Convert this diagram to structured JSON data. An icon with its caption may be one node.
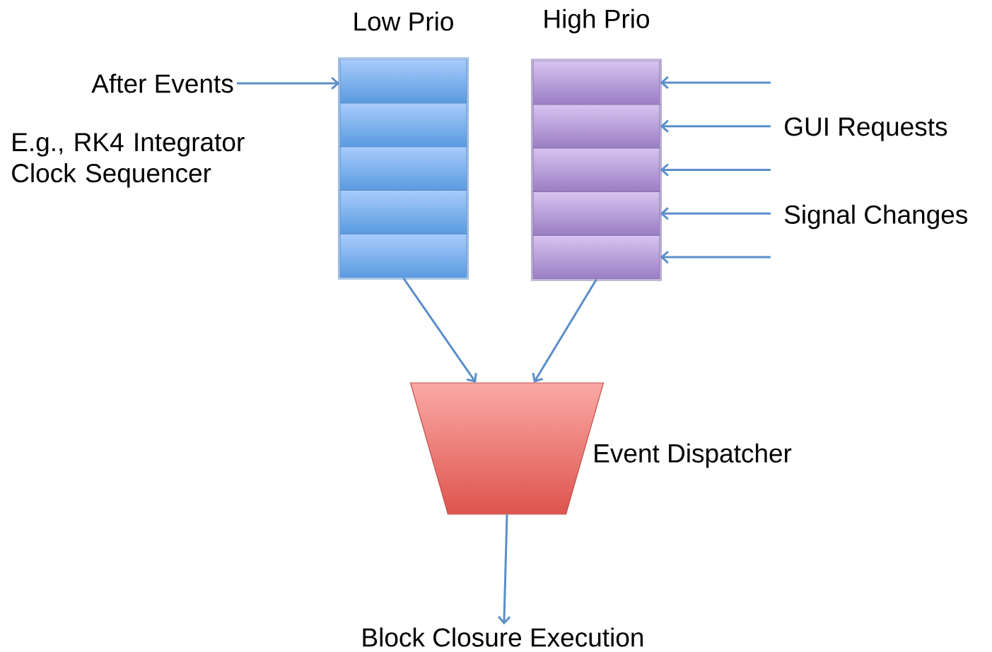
{
  "diagram": {
    "nodes": [
      {
        "text": [
          "Low Prio"
        ]
      },
      {
        "text": [],
        "shape": "box",
        "in": 0
      },
      {
        "text": [],
        "shape": "box",
        "in": 0
      },
      {
        "text": [],
        "shape": "box",
        "in": 0
      },
      {
        "text": [],
        "shape": "box",
        "in": 0
      },
      {
        "text": [],
        "shape": "box",
        "in": 0
      },
      {
        "text": [
          "High Prio"
        ]
      },
      {
        "text": [],
        "shape": "box",
        "in": 6
      },
      {
        "text": [],
        "shape": "box",
        "in": 6
      },
      {
        "text": [],
        "shape": "box",
        "in": 6
      },
      {
        "text": [],
        "shape": "box",
        "in": 6
      },
      {
        "text": [],
        "shape": "box",
        "in": 6
      },
      {
        "text": [
          "After Events"
        ]
      },
      {
        "text": [],
        "shape": "trapezoid",
        "beside": [
          "Event Dispatcher"
        ]
      },
      {
        "text": [
          "Block Closure Execution"
        ]
      }
    ],
    "edges": [
      {
        "from": 12,
        "to": 1,
        "arrow": "to"
      },
      {
        "from": null,
        "to": 7,
        "arrow": "to"
      },
      {
        "from": null,
        "to": 8,
        "arrow": "to"
      },
      {
        "from": null,
        "to": 9,
        "arrow": "to"
      },
      {
        "from": null,
        "to": 10,
        "arrow": "to"
      },
      {
        "from": null,
        "to": 11,
        "arrow": "to"
      },
      {
        "from": 5,
        "to": 13,
        "arrow": "to"
      },
      {
        "from": 11,
        "to": 13,
        "arrow": "to"
      },
      {
        "from": 13,
        "to": 14,
        "arrow": "to"
      }
    ],
    "labels": [
      "E.g., RK4 Integrator Clock Sequencer",
      "GUI Requests",
      "Signal Changes"
    ]
  }
}
